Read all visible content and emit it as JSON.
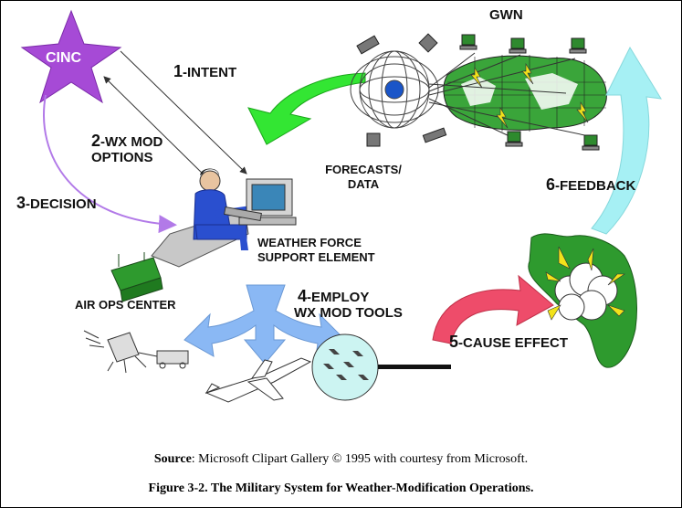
{
  "labels": {
    "cinc": "CINC",
    "gwn": "GWN",
    "intent_num": "1",
    "intent": "-INTENT",
    "wxmod_num": "2",
    "wxmod_line1": "-WX MOD",
    "wxmod_line2": "OPTIONS",
    "decision_num": "3",
    "decision": "-DECISION",
    "forecasts_line1": "FORECASTS/",
    "forecasts_line2": "DATA",
    "feedback_num": "6",
    "feedback": "-FEEDBACK",
    "wfse_line1": "WEATHER FORCE",
    "wfse_line2": "SUPPORT ELEMENT",
    "airops": "AIR OPS CENTER",
    "employ_num": "4",
    "employ_line1": "-EMPLOY",
    "employ_line2": "WX MOD TOOLS",
    "cause_num": "5",
    "cause": "-CAUSE EFFECT"
  },
  "source": {
    "label": "Source",
    "text": ": Microsoft Clipart Gallery © 1995 with courtesy from Microsoft."
  },
  "caption": "Figure 3-2.  The Military System for Weather-Modification Operations.",
  "colors": {
    "cinc_star": "#a64ad6",
    "green_arrow": "#33e633",
    "cyan_arrow": "#a6f0f4",
    "pink_arrow": "#ee4c6a",
    "blue_arrow": "#8ab8f4",
    "land_green": "#2e9a2e",
    "person_blue": "#2a4fcf",
    "decision_purple": "#b27ae8"
  },
  "icons": [
    "star-icon",
    "computer-terminal-icon",
    "person-at-desk-icon",
    "satellite-icon",
    "globe-icon",
    "world-map-icon",
    "airplane-icon",
    "radar-truck-icon",
    "air-ops-building-icon",
    "aircraft-formation-icon",
    "cloud-icon",
    "lightning-icon"
  ]
}
